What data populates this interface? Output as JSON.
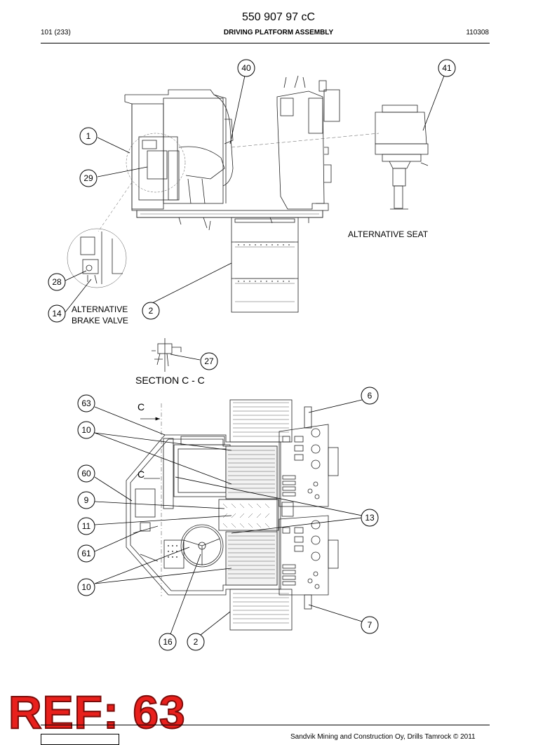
{
  "header": {
    "doc_number": "550 907 97 cC",
    "page_ref": "101 (233)",
    "title": "DRIVING PLATFORM ASSEMBLY",
    "date_code": "110308"
  },
  "labels": {
    "alternative_seat": "ALTERNATIVE SEAT",
    "alternative_brake_line1": "ALTERNATIVE",
    "alternative_brake_line2": "BRAKE VALVE",
    "section_title": "SECTION  C - C",
    "section_marker_top": "C",
    "section_marker_bottom": "C"
  },
  "callouts": {
    "c40": "40",
    "c41": "41",
    "c1": "1",
    "c29": "29",
    "c28": "28",
    "c14": "14",
    "c2_top": "2",
    "c27": "27",
    "c6": "6",
    "c63": "63",
    "c10_top": "10",
    "c60": "60",
    "c9": "9",
    "c13": "13",
    "c11": "11",
    "c61": "61",
    "c10_bottom": "10",
    "c7": "7",
    "c16": "16",
    "c2_bottom": "2"
  },
  "stamp": {
    "text": "REF: 63",
    "color": "#e8201c"
  },
  "footer": {
    "text": "Sandvik Mining and Construction Oy, Drills Tamrock © 2011"
  }
}
